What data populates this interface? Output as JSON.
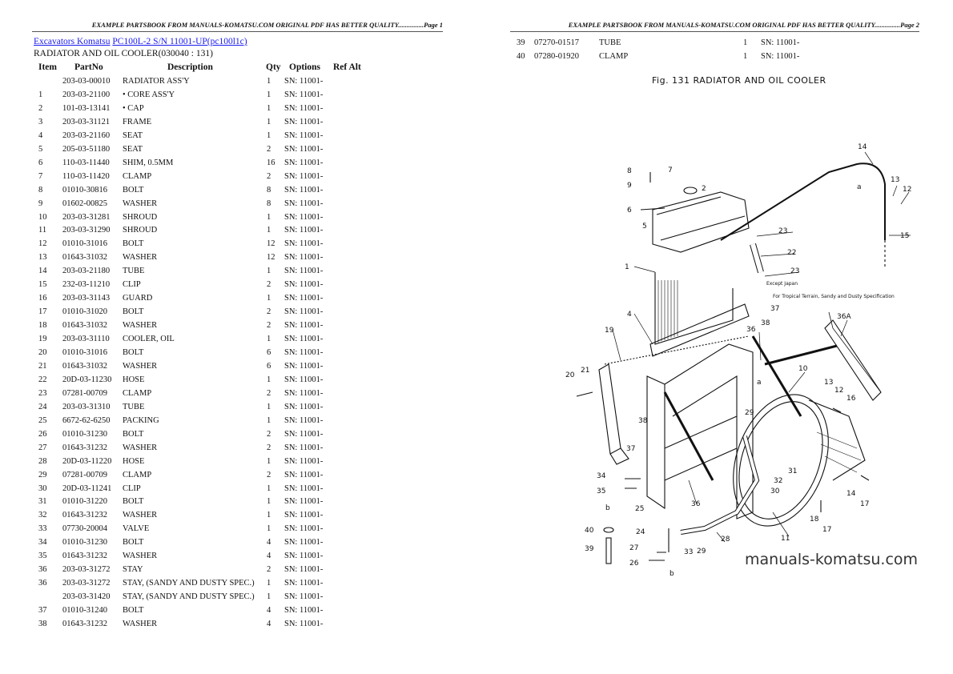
{
  "page1": {
    "header": "EXAMPLE PARTSBOOK FROM MANUALS-KOMATSU.COM ORIGINAL PDF HAS BETTER QUALITY...............Page 1",
    "breadcrumb": {
      "link1": "Excavators Komatsu",
      "link2": "PC100L-2 S/N 11001-UP(pc100l1c)"
    },
    "section_title": "RADIATOR AND OIL COOLER(030040 : 131)",
    "columns": {
      "item": "Item",
      "partno": "PartNo",
      "description": "Description",
      "qty": "Qty",
      "options": "Options",
      "refalt": "Ref Alt"
    },
    "rows": [
      [
        "",
        "203-03-00010",
        "RADIATOR ASS'Y",
        "1",
        "SN: 11001-"
      ],
      [
        "1",
        "203-03-21100",
        "• CORE ASS'Y",
        "1",
        "SN: 11001-"
      ],
      [
        "2",
        "101-03-13141",
        "• CAP",
        "1",
        "SN: 11001-"
      ],
      [
        "3",
        "203-03-31121",
        "FRAME",
        "1",
        "SN: 11001-"
      ],
      [
        "4",
        "203-03-21160",
        "SEAT",
        "1",
        "SN: 11001-"
      ],
      [
        "5",
        "205-03-51180",
        "SEAT",
        "2",
        "SN: 11001-"
      ],
      [
        "6",
        "110-03-11440",
        "SHIM, 0.5MM",
        "16",
        "SN: 11001-"
      ],
      [
        "7",
        "110-03-11420",
        "CLAMP",
        "2",
        "SN: 11001-"
      ],
      [
        "8",
        "01010-30816",
        "BOLT",
        "8",
        "SN: 11001-"
      ],
      [
        "9",
        "01602-00825",
        "WASHER",
        "8",
        "SN: 11001-"
      ],
      [
        "10",
        "203-03-31281",
        "SHROUD",
        "1",
        "SN: 11001-"
      ],
      [
        "11",
        "203-03-31290",
        "SHROUD",
        "1",
        "SN: 11001-"
      ],
      [
        "12",
        "01010-31016",
        "BOLT",
        "12",
        "SN: 11001-"
      ],
      [
        "13",
        "01643-31032",
        "WASHER",
        "12",
        "SN: 11001-"
      ],
      [
        "14",
        "203-03-21180",
        "TUBE",
        "1",
        "SN: 11001-"
      ],
      [
        "15",
        "232-03-11210",
        "CLIP",
        "2",
        "SN: 11001-"
      ],
      [
        "16",
        "203-03-31143",
        "GUARD",
        "1",
        "SN: 11001-"
      ],
      [
        "17",
        "01010-31020",
        "BOLT",
        "2",
        "SN: 11001-"
      ],
      [
        "18",
        "01643-31032",
        "WASHER",
        "2",
        "SN: 11001-"
      ],
      [
        "19",
        "203-03-31110",
        "COOLER, OIL",
        "1",
        "SN: 11001-"
      ],
      [
        "20",
        "01010-31016",
        "BOLT",
        "6",
        "SN: 11001-"
      ],
      [
        "21",
        "01643-31032",
        "WASHER",
        "6",
        "SN: 11001-"
      ],
      [
        "22",
        "20D-03-11230",
        "HOSE",
        "1",
        "SN: 11001-"
      ],
      [
        "23",
        "07281-00709",
        "CLAMP",
        "2",
        "SN: 11001-"
      ],
      [
        "24",
        "203-03-31310",
        "TUBE",
        "1",
        "SN: 11001-"
      ],
      [
        "25",
        "6672-62-6250",
        "PACKING",
        "1",
        "SN: 11001-"
      ],
      [
        "26",
        "01010-31230",
        "BOLT",
        "2",
        "SN: 11001-"
      ],
      [
        "27",
        "01643-31232",
        "WASHER",
        "2",
        "SN: 11001-"
      ],
      [
        "28",
        "20D-03-11220",
        "HOSE",
        "1",
        "SN: 11001-"
      ],
      [
        "29",
        "07281-00709",
        "CLAMP",
        "2",
        "SN: 11001-"
      ],
      [
        "30",
        "20D-03-11241",
        "CLIP",
        "1",
        "SN: 11001-"
      ],
      [
        "31",
        "01010-31220",
        "BOLT",
        "1",
        "SN: 11001-"
      ],
      [
        "32",
        "01643-31232",
        "WASHER",
        "1",
        "SN: 11001-"
      ],
      [
        "33",
        "07730-20004",
        "VALVE",
        "1",
        "SN: 11001-"
      ],
      [
        "34",
        "01010-31230",
        "BOLT",
        "4",
        "SN: 11001-"
      ],
      [
        "35",
        "01643-31232",
        "WASHER",
        "4",
        "SN: 11001-"
      ],
      [
        "36",
        "203-03-31272",
        "STAY",
        "2",
        "SN: 11001-"
      ],
      [
        "36",
        "203-03-31272",
        "STAY, (SANDY AND DUSTY SPEC.)",
        "1",
        "SN: 11001-"
      ],
      [
        "",
        "203-03-31420",
        "STAY, (SANDY AND DUSTY SPEC.)",
        "1",
        "SN: 11001-"
      ],
      [
        "37",
        "01010-31240",
        "BOLT",
        "4",
        "SN: 11001-"
      ],
      [
        "38",
        "01643-31232",
        "WASHER",
        "4",
        "SN: 11001-"
      ]
    ]
  },
  "page2": {
    "header": "EXAMPLE PARTSBOOK FROM MANUALS-KOMATSU.COM ORIGINAL PDF HAS BETTER QUALITY...............Page 2",
    "rows": [
      [
        "39",
        "07270-01517",
        "TUBE",
        "1",
        "SN: 11001-"
      ],
      [
        "40",
        "07280-01920",
        "CLAMP",
        "1",
        "SN: 11001-"
      ]
    ],
    "figure": {
      "title": "Fig. 131  RADIATOR AND OIL COOLER",
      "note_jp_label": "Except Japan",
      "note_spec": "For Tropical Terrain, Sandy and Dusty Specification",
      "watermark": "manuals-komatsu.com",
      "callouts": [
        "14",
        "13",
        "12",
        "a",
        "15",
        "8",
        "7",
        "9",
        "2",
        "6",
        "5",
        "23",
        "22",
        "23",
        "1",
        "4",
        "37",
        "36",
        "38",
        "36A",
        "19",
        "10",
        "a",
        "20",
        "21",
        "13",
        "12",
        "16",
        "29",
        "38",
        "37",
        "34",
        "35",
        "31",
        "32",
        "30",
        "14",
        "17",
        "36",
        "25",
        "18",
        "17",
        "b",
        "40",
        "24",
        "39",
        "27",
        "26",
        "33",
        "29",
        "28",
        "11",
        "b"
      ]
    }
  }
}
